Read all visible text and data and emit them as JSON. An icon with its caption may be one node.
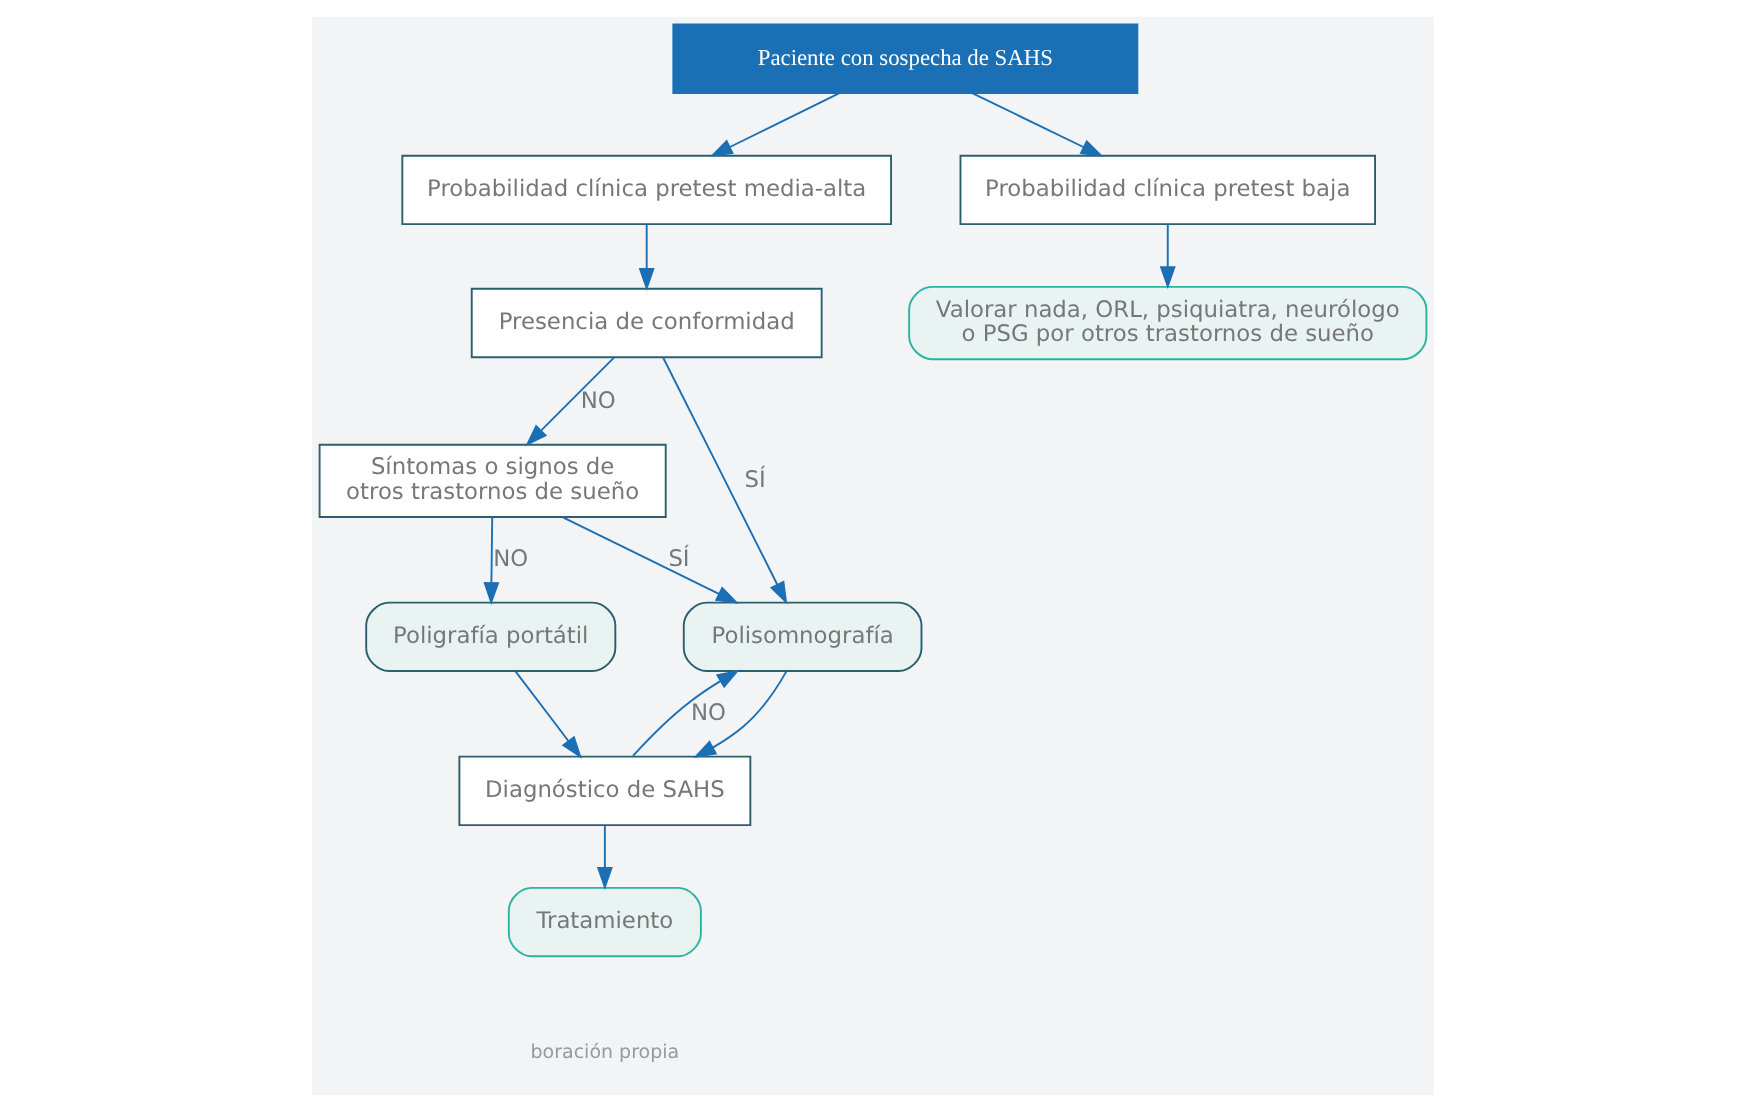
{
  "diagram": {
    "nodes": [
      {
        "text": [
          "Paciente con sospecha de SAHS"
        ]
      },
      {
        "text": [
          "Probabilidad clínica pretest media-alta"
        ]
      },
      {
        "text": [
          "Probabilidad clínica pretest baja"
        ]
      },
      {
        "text": [
          "Presencia de conformidad"
        ]
      },
      {
        "text": [
          "Valorar nada, ORL, psiquiatra, neurólogo o PSG por otros trastornos de sueño"
        ]
      },
      {
        "text": [
          "Síntomas o signos de otros trastornos de sueño"
        ]
      },
      {
        "text": [
          "Polisomnografía"
        ]
      },
      {
        "text": [
          "Poligrafía portátil"
        ]
      },
      {
        "text": [
          "Diagnóstico de SAHS"
        ]
      },
      {
        "text": [
          "Tratamiento"
        ]
      }
    ],
    "edges": [
      {
        "from": 0,
        "to": 1,
        "arrow": "to"
      },
      {
        "from": 0,
        "to": 2,
        "arrow": "to"
      },
      {
        "from": 1,
        "to": 3,
        "arrow": "to"
      },
      {
        "from": 2,
        "to": 4,
        "arrow": "to"
      },
      {
        "from": 3,
        "to": 5,
        "label": "NO",
        "arrow": "to"
      },
      {
        "from": 3,
        "to": 6,
        "label": "SÍ",
        "arrow": "to"
      },
      {
        "from": 5,
        "to": 7,
        "label": "NO",
        "arrow": "to"
      },
      {
        "from": 5,
        "to": 6,
        "label": "SÍ",
        "arrow": "to"
      },
      {
        "from": 7,
        "to": 8,
        "arrow": "to"
      },
      {
        "from": 6,
        "to": 8,
        "arrow": "to"
      },
      {
        "from": 8,
        "to": 6,
        "label": "NO",
        "arrow": "to"
      },
      {
        "from": 8,
        "to": 9,
        "arrow": "to"
      }
    ],
    "labels": [
      "boración propia"
    ]
  }
}
